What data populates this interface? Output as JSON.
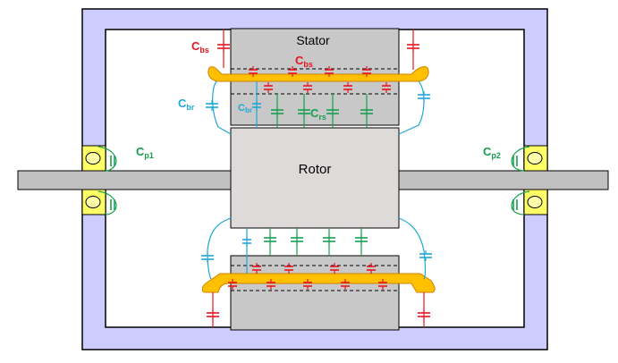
{
  "blocks": {
    "stator": "Stator",
    "rotor": "Rotor"
  },
  "labels": {
    "cbs_outer": {
      "main": "C",
      "sub": "bs"
    },
    "cbs_inner": {
      "main": "C",
      "sub": "bs"
    },
    "cbr_outer": {
      "main": "C",
      "sub": "br"
    },
    "cbr_inner": {
      "main": "C",
      "sub": "br"
    },
    "crs": {
      "main": "C",
      "sub": "rs"
    },
    "cp1": {
      "main": "C",
      "sub": "p1"
    },
    "cp2": {
      "main": "C",
      "sub": "p2"
    }
  },
  "colors": {
    "frame": "#ccccff",
    "frame_border": "#000000",
    "stator": "#c8c8c8",
    "rotor": "#dedada",
    "winding": "#ffc000",
    "winding_border": "#d08000",
    "bearing": "#ffff66",
    "cap_red": "#e8141e",
    "cap_blue": "#1ea7d8",
    "cap_green": "#16a050"
  }
}
